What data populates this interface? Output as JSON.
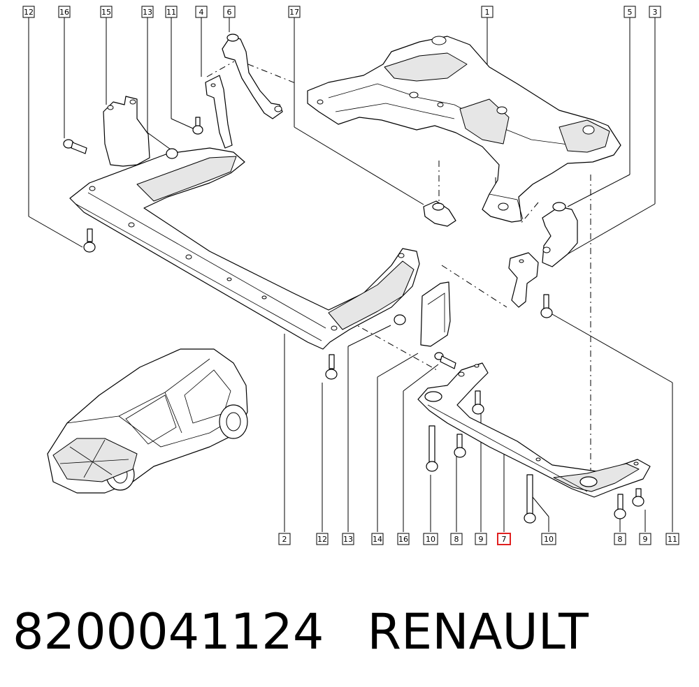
{
  "diagram": {
    "callouts_top": [
      "12",
      "16",
      "15",
      "13",
      "11",
      "4",
      "6",
      "17",
      "1",
      "5",
      "3"
    ],
    "callouts_bottom": [
      "2",
      "12",
      "13",
      "14",
      "16",
      "10",
      "8",
      "9",
      "7",
      "10",
      "8",
      "9",
      "11"
    ],
    "highlighted_callout": "7"
  },
  "caption": {
    "part_number": "8200041124",
    "brand": "RENAULT"
  },
  "colors": {
    "line": "#000000",
    "highlight": "#e02020",
    "background": "#ffffff"
  }
}
